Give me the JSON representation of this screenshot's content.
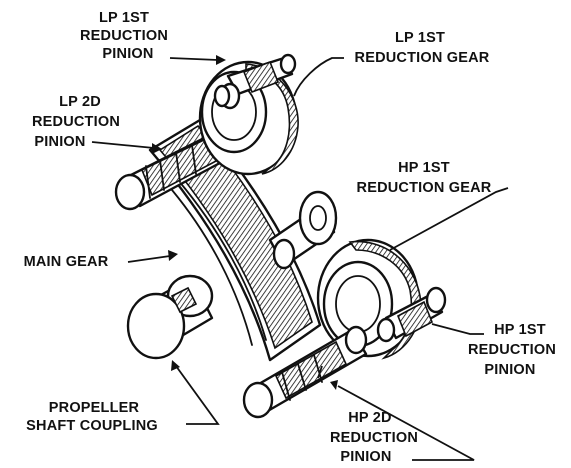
{
  "labels": {
    "lp_1st_pinion": [
      "LP 1ST",
      "REDUCTION",
      "PINION"
    ],
    "lp_1st_gear": [
      "LP 1ST",
      "REDUCTION GEAR"
    ],
    "lp_2d_pinion": [
      "LP 2D",
      "REDUCTION",
      "PINION"
    ],
    "hp_1st_gear": [
      "HP 1ST",
      "REDUCTION GEAR"
    ],
    "main_gear": [
      "MAIN GEAR"
    ],
    "hp_1st_pinion": [
      "HP 1ST",
      "REDUCTION",
      "PINION"
    ],
    "propeller_coupling": [
      "PROPELLER",
      "SHAFT COUPLING"
    ],
    "hp_2d_pinion": [
      "HP 2D",
      "REDUCTION",
      "PINION"
    ]
  }
}
